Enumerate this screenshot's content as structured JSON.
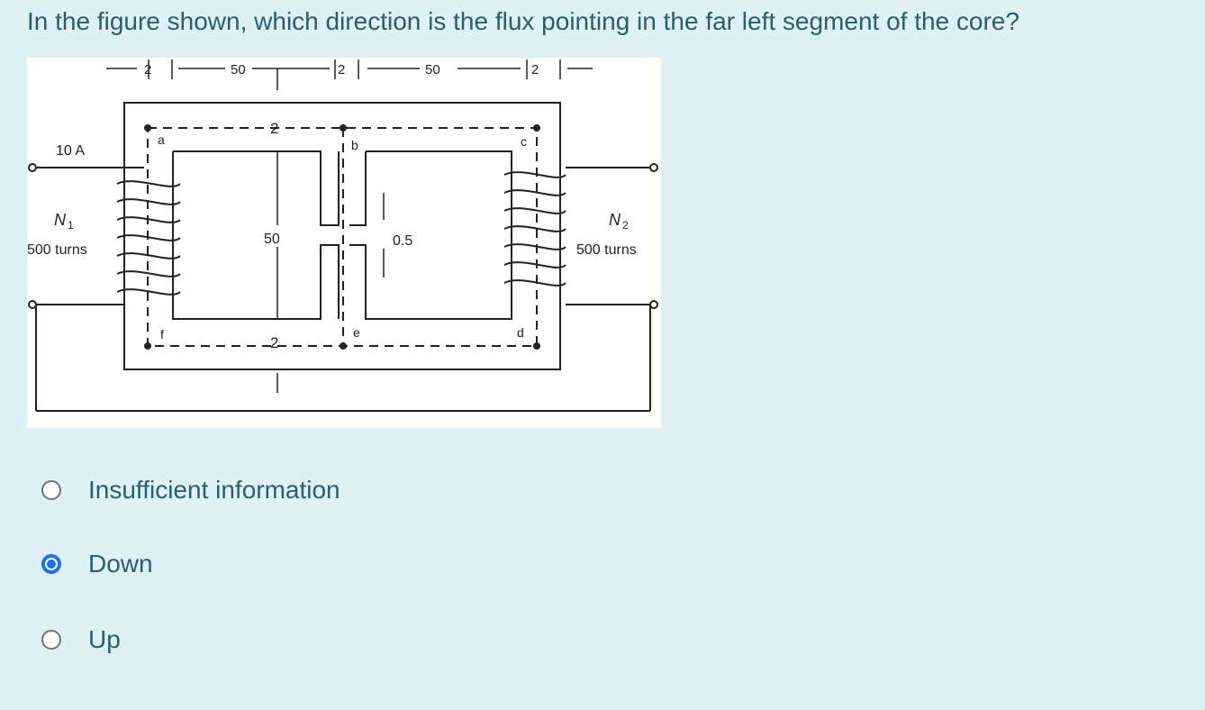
{
  "question": {
    "text": "In the figure shown, which direction is the flux pointing in the far left segment of the core?"
  },
  "figure": {
    "dimensions_top": [
      "2",
      "50",
      "2",
      "50",
      "2"
    ],
    "inner_dim_top": "2",
    "inner_dim_bottom": "2",
    "inner_height": "50",
    "gap": "0.5",
    "current": "10 A",
    "n1_symbol": "N",
    "n1_sub": "1",
    "n1_turns": "500 turns",
    "n2_symbol": "N",
    "n2_sub": "2",
    "n2_turns": "500 turns",
    "points": [
      "a",
      "b",
      "c",
      "d",
      "e",
      "f"
    ]
  },
  "options": [
    {
      "label": "Insufficient information",
      "selected": false
    },
    {
      "label": "Down",
      "selected": true
    },
    {
      "label": "Up",
      "selected": false
    }
  ]
}
